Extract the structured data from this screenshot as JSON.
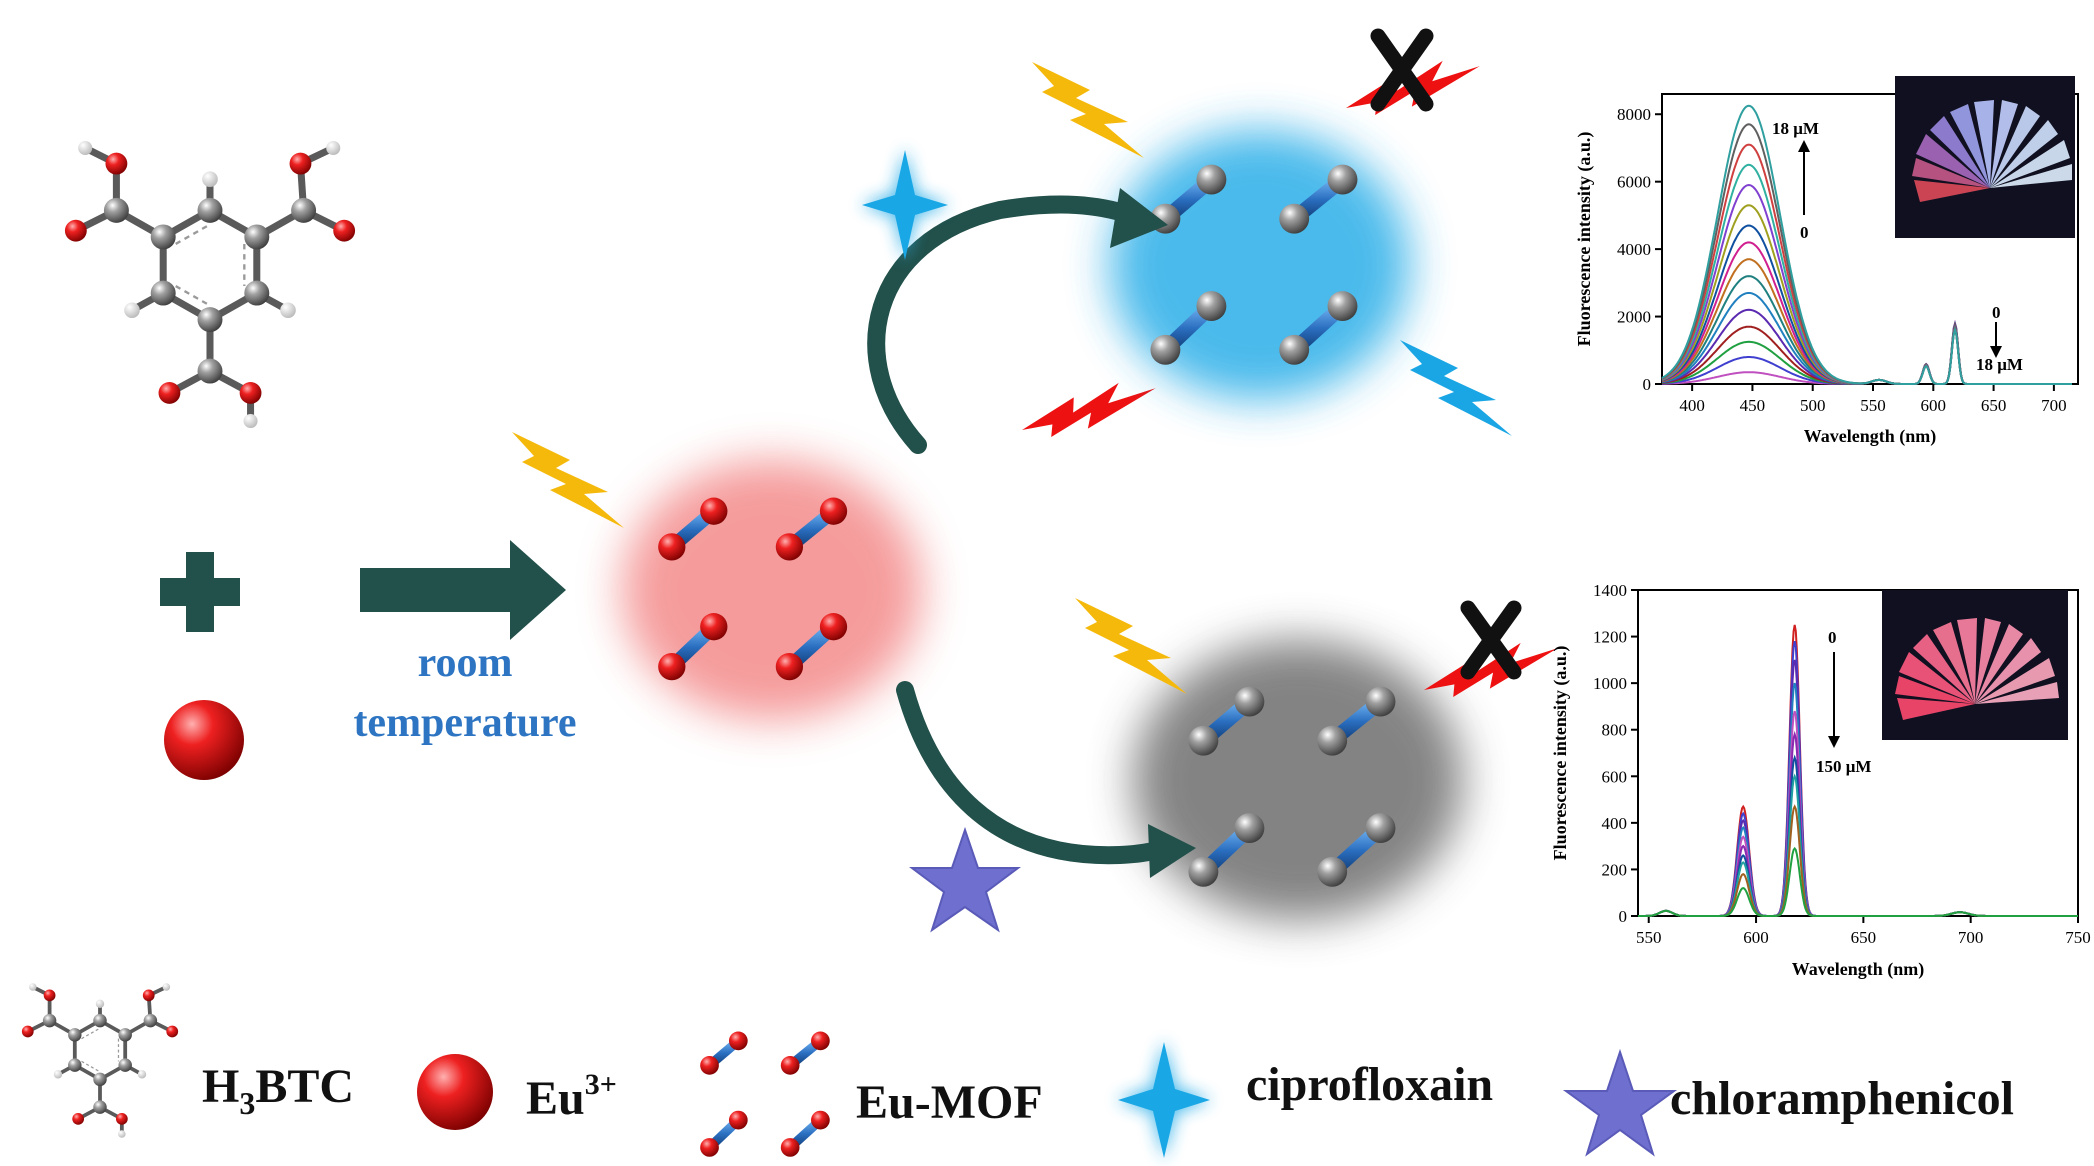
{
  "reaction": {
    "condition_line1": "room",
    "condition_line2": "temperature"
  },
  "legend": {
    "ligand_label_main": "H",
    "ligand_label_sub": "3",
    "ligand_label_tail": "BTC",
    "metal_label_main": "Eu",
    "metal_label_sup": "3+",
    "mof_label": "Eu-MOF",
    "analyte1_label": "ciprofloxain",
    "analyte2_label": "chloramphenicol"
  },
  "colors": {
    "mof_frame": "#2b6fc1",
    "eu_node": "#d01010",
    "quenched_node": "#8a8a8a",
    "red_glow": "#f7a0a0",
    "blue_glow": "#29aee8",
    "grey_glow": "#7a7a7a",
    "arrow": "#22504a",
    "lightning_yellow": "#f5b90c",
    "lightning_red": "#ee1111",
    "lightning_blue": "#1aa6e4",
    "text_blue": "#2d75c2",
    "cipro_star": "#1aa7e6",
    "chlor_star": "#6f6fd0"
  },
  "icons": [
    "lightning-icon",
    "cross-icon",
    "four-point-star-icon",
    "five-point-star-icon"
  ],
  "chart_data": [
    {
      "type": "line",
      "xlabel": "Wavelength (nm)",
      "ylabel": "Fluorescence intensity (a.u.)",
      "xlim": [
        375,
        720
      ],
      "ylim": [
        0,
        8600
      ],
      "xticks": [
        400,
        450,
        500,
        550,
        600,
        650,
        700
      ],
      "yticks": [
        0,
        2000,
        4000,
        6000,
        8000
      ],
      "annotations": {
        "blue_top": "18 μM",
        "blue_bottom": "0",
        "red_top": "0",
        "red_bottom": "18 μM"
      },
      "peaks_nm": {
        "blue": 447,
        "eu_main": 618,
        "eu_minor": 594,
        "eu_weak": 555
      },
      "series": [
        {
          "blue_peak": 350,
          "eu_618": 1800,
          "color": "#c050c0"
        },
        {
          "blue_peak": 800,
          "eu_618": 1780,
          "color": "#4040d0"
        },
        {
          "blue_peak": 1250,
          "eu_618": 1760,
          "color": "#20a040"
        },
        {
          "blue_peak": 1700,
          "eu_618": 1740,
          "color": "#a02020"
        },
        {
          "blue_peak": 2200,
          "eu_618": 1720,
          "color": "#5a2ab0"
        },
        {
          "blue_peak": 2700,
          "eu_618": 1700,
          "color": "#2080c0"
        },
        {
          "blue_peak": 3200,
          "eu_618": 1690,
          "color": "#208080"
        },
        {
          "blue_peak": 3700,
          "eu_618": 1680,
          "color": "#c07020"
        },
        {
          "blue_peak": 4200,
          "eu_618": 1670,
          "color": "#d02090"
        },
        {
          "blue_peak": 4700,
          "eu_618": 1660,
          "color": "#1050a0"
        },
        {
          "blue_peak": 5300,
          "eu_618": 1650,
          "color": "#a0a020"
        },
        {
          "blue_peak": 5900,
          "eu_618": 1640,
          "color": "#8040d0"
        },
        {
          "blue_peak": 6500,
          "eu_618": 1630,
          "color": "#30b0a0"
        },
        {
          "blue_peak": 7100,
          "eu_618": 1620,
          "color": "#d04040"
        },
        {
          "blue_peak": 7700,
          "eu_618": 1610,
          "color": "#606060"
        },
        {
          "blue_peak": 8250,
          "eu_618": 1600,
          "color": "#2f9f9f"
        }
      ]
    },
    {
      "type": "line",
      "xlabel": "Wavelength (nm)",
      "ylabel": "Fluorescence intensity (a.u.)",
      "xlim": [
        545,
        750
      ],
      "ylim": [
        0,
        1400
      ],
      "xticks": [
        550,
        600,
        650,
        700,
        750
      ],
      "yticks": [
        0,
        200,
        400,
        600,
        800,
        1000,
        1200,
        1400
      ],
      "annotations": {
        "top": "0",
        "bottom": "150 μM"
      },
      "peaks_nm": {
        "eu_main": 618,
        "eu_minor": 594,
        "eu_weak": 558,
        "eu_far": 695
      },
      "series": [
        {
          "p618": 1250,
          "p594": 470,
          "color": "#d02020"
        },
        {
          "p618": 1180,
          "p594": 440,
          "color": "#4040d0"
        },
        {
          "p618": 1100,
          "p594": 410,
          "color": "#5a2ab0"
        },
        {
          "p618": 1000,
          "p594": 380,
          "color": "#2080c0"
        },
        {
          "p618": 880,
          "p594": 340,
          "color": "#c050c0"
        },
        {
          "p618": 780,
          "p594": 300,
          "color": "#8a2ab0"
        },
        {
          "p618": 680,
          "p594": 260,
          "color": "#1050a0"
        },
        {
          "p618": 600,
          "p594": 230,
          "color": "#20a0a0"
        },
        {
          "p618": 470,
          "p594": 180,
          "color": "#a06020"
        },
        {
          "p618": 290,
          "p594": 120,
          "color": "#20a040"
        }
      ]
    }
  ]
}
